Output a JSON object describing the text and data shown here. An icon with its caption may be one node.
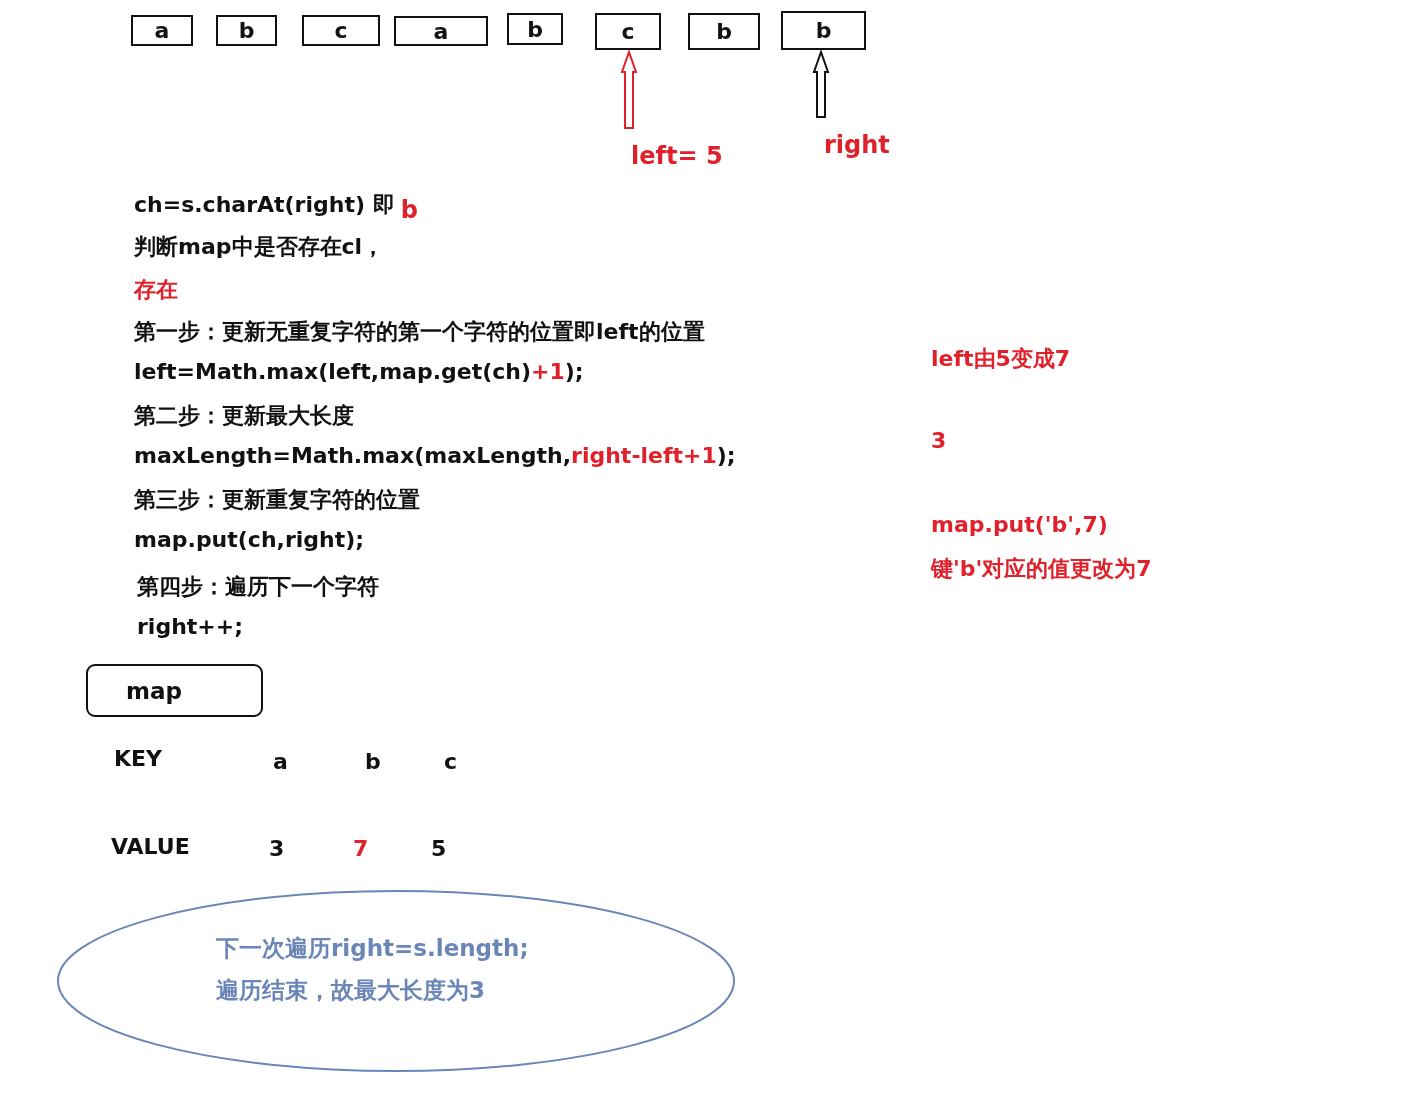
{
  "diagram": {
    "nodes": [
      {
        "text": [
          "a"
        ]
      },
      {
        "text": [
          "b"
        ]
      },
      {
        "text": [
          "c"
        ]
      },
      {
        "text": [
          "a"
        ]
      },
      {
        "text": [
          "b"
        ]
      },
      {
        "text": [
          "c"
        ]
      },
      {
        "text": [
          "b"
        ]
      },
      {
        "text": [
          "b"
        ]
      },
      {
        "text": [
          "left= 5"
        ]
      },
      {
        "text": [
          "right"
        ]
      },
      {
        "text": [
          "map"
        ]
      },
      {
        "text": [
          "下一次遍历right=s.length;",
          "遍历结束，故最大长度为3"
        ]
      }
    ],
    "edges": [
      {
        "from": 8,
        "to": 5,
        "arrow": "to",
        "color": "#e0212b"
      },
      {
        "from": 9,
        "to": 7,
        "arrow": "to"
      }
    ],
    "labels": [
      "ch=s.charAt(right) 即",
      "b",
      "判断map中是否存在cl，",
      "存在",
      "第一步：更新无重复字符的第一个字符的位置即left的位置",
      "left=Math.max(left,map.get(ch)",
      "+1",
      ");",
      "第二步：更新最大长度",
      "maxLength=Math.max(maxLength,",
      "right-left+1",
      ");",
      "第三步：更新重复字符的位置",
      "map.put(ch,right);",
      "第四步：遍历下一个字符",
      "right++;",
      "left由5变成7",
      "3",
      "map.put('b',7)",
      "键'b'对应的值更改为7",
      "KEY",
      "a",
      "b",
      "c",
      "VALUE",
      "3",
      "7",
      "5"
    ]
  }
}
